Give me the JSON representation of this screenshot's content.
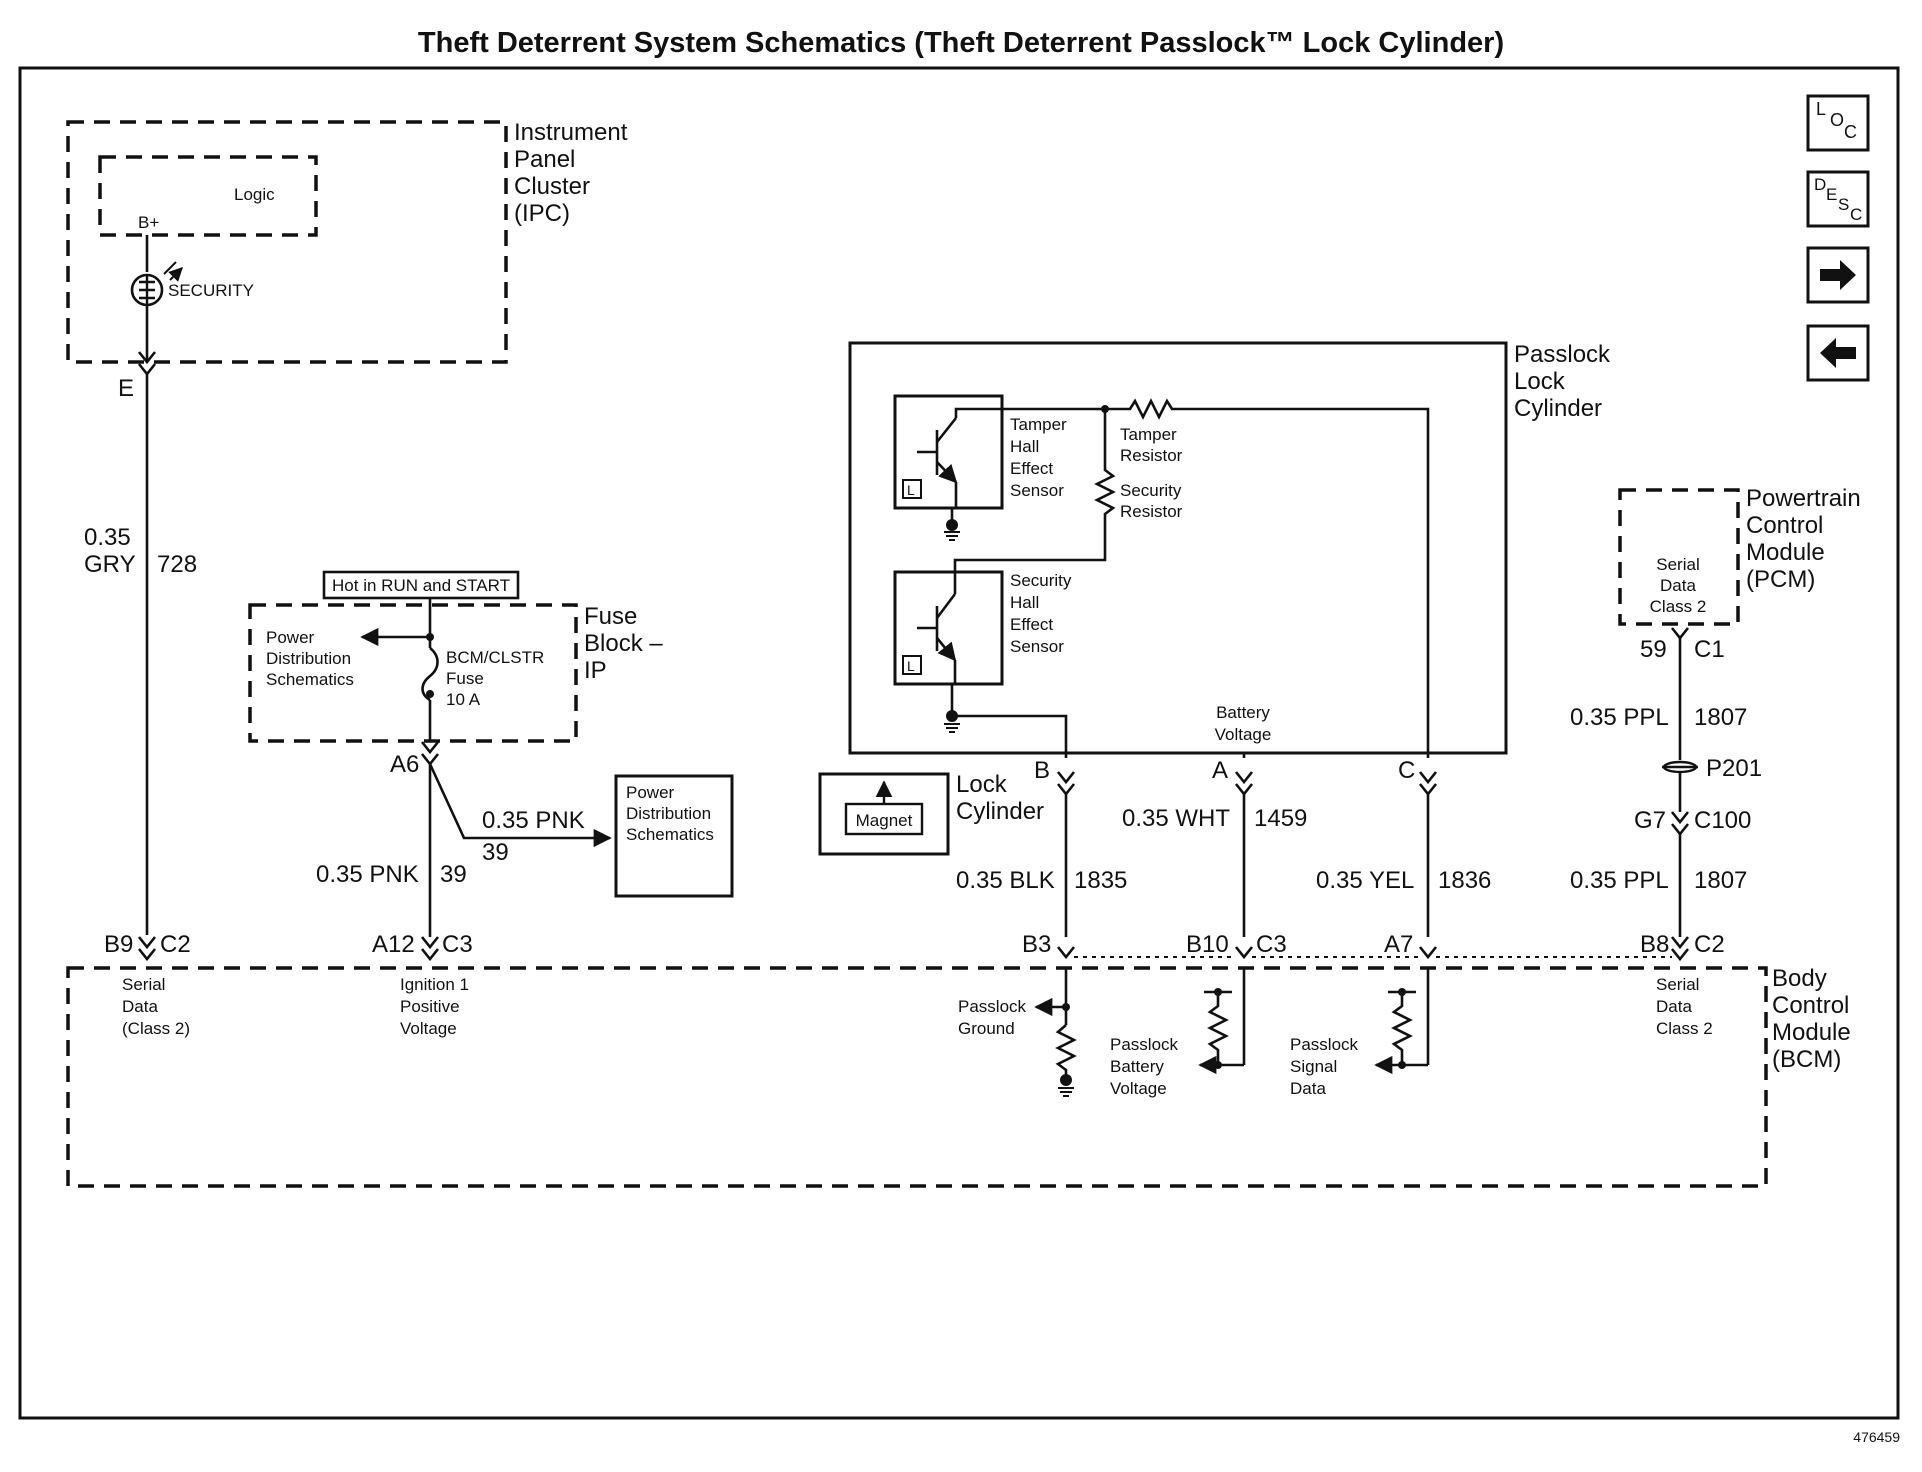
{
  "title": "Theft Deterrent System Schematics (Theft Deterrent Passlock™ Lock Cylinder)",
  "figure_number": "476459",
  "nav": {
    "loc": {
      "sup": "L",
      "sub1": "O",
      "sub2": "C"
    },
    "desc": {
      "sup": "D",
      "sub1": "E",
      "sub2": "S",
      "sub3": "C"
    }
  },
  "ipc": {
    "name": [
      "Instrument",
      "Panel",
      "Cluster",
      "(IPC)"
    ],
    "logic": "Logic",
    "bplus": "B+",
    "security": "SECURITY",
    "terminal": "E"
  },
  "wire_728": {
    "gauge": "0.35",
    "color": "GRY",
    "circuit": "728"
  },
  "fuse_block": {
    "hot_label": "Hot in RUN and START",
    "name": [
      "Fuse",
      "Block –",
      "IP"
    ],
    "pds": [
      "Power",
      "Distribution",
      "Schematics"
    ],
    "fuse": [
      "BCM/CLSTR",
      "Fuse",
      "10 A"
    ],
    "terminal": "A6"
  },
  "wire_pnk_branch": {
    "label": "0.35 PNK",
    "circuit": "39"
  },
  "pds_box": [
    "Power",
    "Distribution",
    "Schematics"
  ],
  "wire_pnk_main": {
    "label": "0.35 PNK",
    "circuit": "39"
  },
  "passlock": {
    "name": [
      "Passlock",
      "Lock",
      "Cylinder"
    ],
    "tamper_sensor": [
      "Tamper",
      "Hall",
      "Effect",
      "Sensor"
    ],
    "tamper_resistor": [
      "Tamper",
      "Resistor"
    ],
    "security_resistor": [
      "Security",
      "Resistor"
    ],
    "security_sensor": [
      "Security",
      "Hall",
      "Effect",
      "Sensor"
    ],
    "battery_voltage": [
      "Battery",
      "Voltage"
    ],
    "l_label": "L",
    "term_b": "B",
    "term_a": "A",
    "term_c": "C"
  },
  "lock_cylinder": {
    "magnet": "Magnet",
    "name": [
      "Lock",
      "Cylinder"
    ]
  },
  "wire_blk": {
    "label": "0.35 BLK",
    "circuit": "1835"
  },
  "wire_wht": {
    "label": "0.35 WHT",
    "circuit": "1459"
  },
  "wire_yel": {
    "label": "0.35 YEL",
    "circuit": "1836"
  },
  "pcm": {
    "name": [
      "Powertrain",
      "Control",
      "Module",
      "(PCM)"
    ],
    "serial": [
      "Serial",
      "Data",
      "Class 2"
    ],
    "pin": "59",
    "connector": "C1"
  },
  "wire_ppl_upper": {
    "label": "0.35 PPL",
    "circuit": "1807"
  },
  "splice": "P201",
  "inline": {
    "pin": "G7",
    "connector": "C100"
  },
  "wire_ppl_lower": {
    "label": "0.35 PPL",
    "circuit": "1807"
  },
  "bcm": {
    "name": [
      "Body",
      "Control",
      "Module",
      "(BCM)"
    ],
    "b9": "B9",
    "c2a": "C2",
    "a12": "A12",
    "c3a": "C3",
    "b3": "B3",
    "b10": "B10",
    "c3b": "C3",
    "a7": "A7",
    "b8": "B8",
    "c2b": "C2",
    "serial_left": [
      "Serial",
      "Data",
      "(Class 2)"
    ],
    "ignition": [
      "Ignition 1",
      "Positive",
      "Voltage"
    ],
    "passlock_ground": [
      "Passlock",
      "Ground"
    ],
    "passlock_battery": [
      "Passlock",
      "Battery",
      "Voltage"
    ],
    "passlock_signal": [
      "Passlock",
      "Signal",
      "Data"
    ],
    "serial_right": [
      "Serial",
      "Data",
      "Class 2"
    ]
  }
}
